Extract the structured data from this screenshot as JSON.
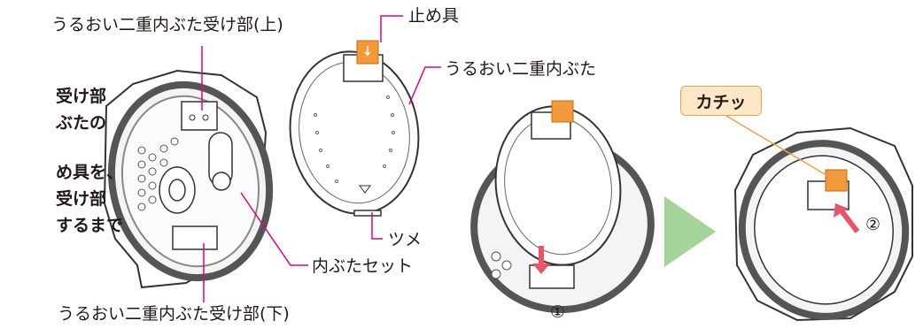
{
  "labels": {
    "receiver_top": "うるおい二重内ぶた受け部(上)",
    "stopper": "止め具",
    "inner_lid": "うるおい二重内ぶた",
    "tab": "ツメ",
    "lid_set": "内ぶたセット",
    "receiver_bottom": "うるおい二重内ぶた受け部(下)"
  },
  "side_text": [
    "受け部",
    "ぶたの",
    "め具を、",
    "受け部",
    "するまで"
  ],
  "steps": {
    "one": "①",
    "two": "②"
  },
  "callout": {
    "text": "カチッ"
  },
  "colors": {
    "leader_line": "#e4007f",
    "arrow": "#e9546b",
    "stopper": "#f29a3a",
    "next_arrow": "#a3d49a",
    "callout_fill": "#fde7c6",
    "callout_border": "#f0a04b",
    "outline": "#333333"
  }
}
